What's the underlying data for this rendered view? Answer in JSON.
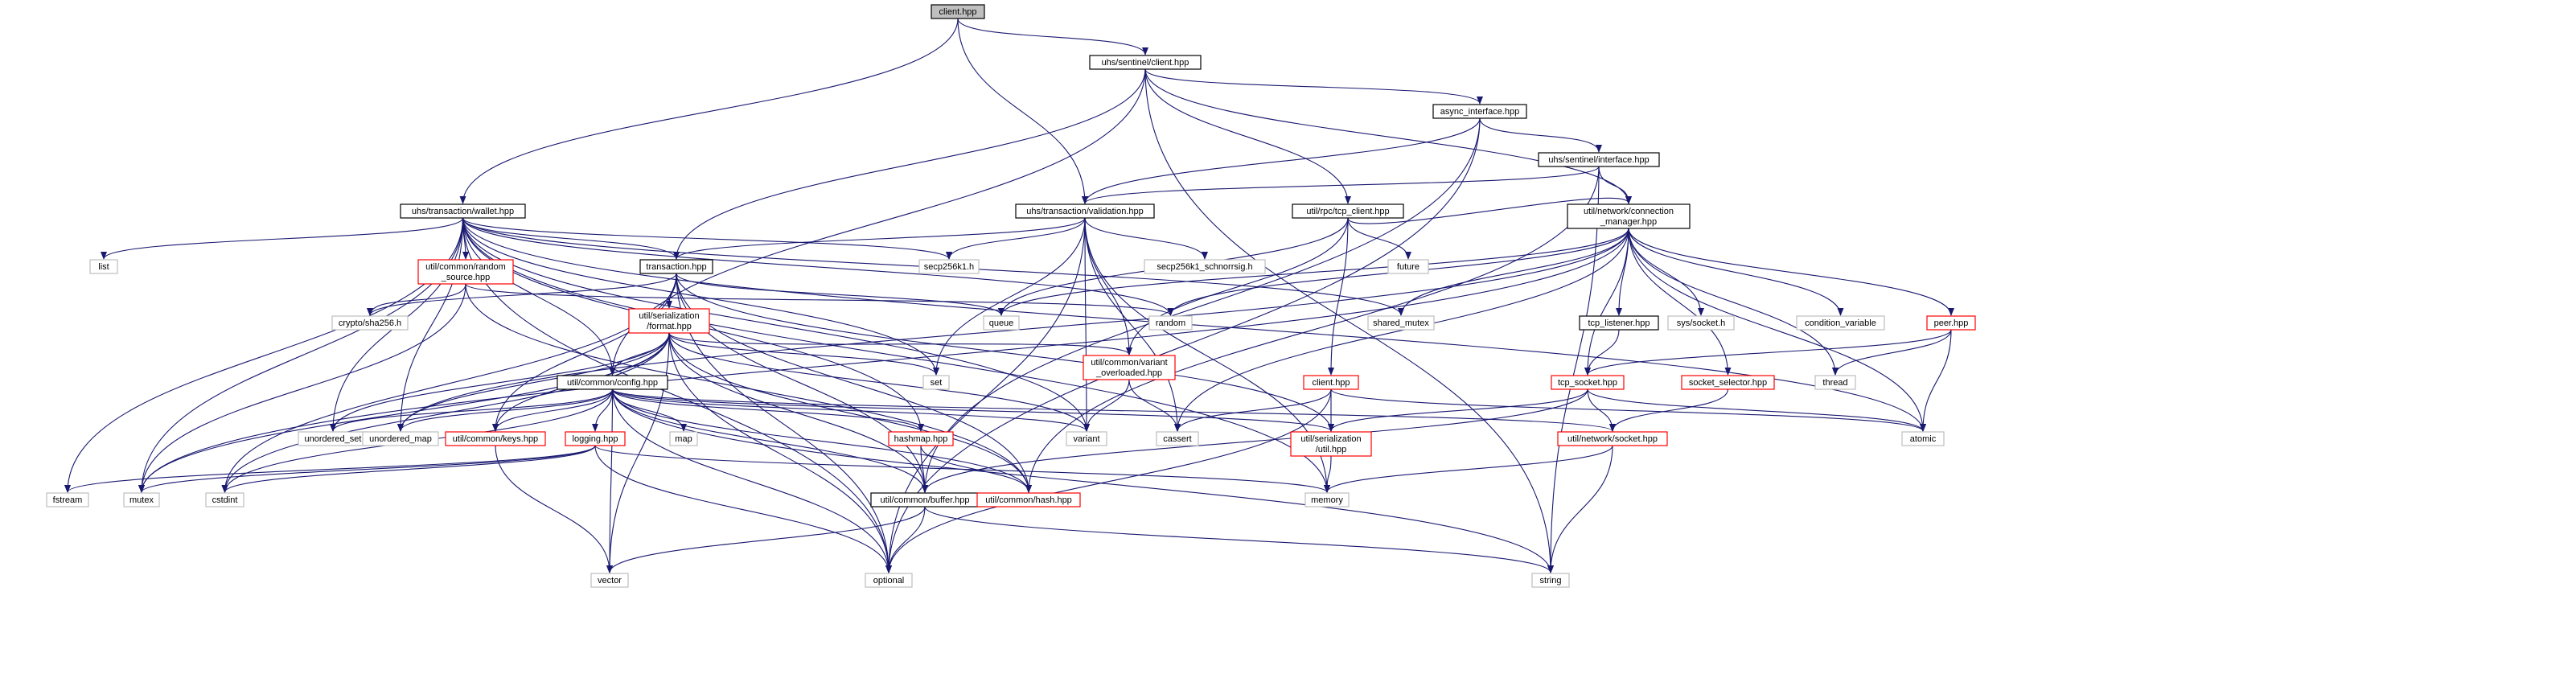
{
  "graph": {
    "colors": {
      "edge": "#191970",
      "node_border_black": "#000000",
      "node_border_red": "#ff0000",
      "node_border_gray": "#bfbfbf",
      "root_fill": "#bfbfbf",
      "node_fill": "#ffffff"
    },
    "nodes": [
      {
        "id": "n_client_root",
        "lines": [
          "client.hpp"
        ],
        "style": "root"
      },
      {
        "id": "n_sentinel_client",
        "lines": [
          "uhs/sentinel/client.hpp"
        ],
        "style": "black"
      },
      {
        "id": "n_wallet",
        "lines": [
          "uhs/transaction/wallet.hpp"
        ],
        "style": "black"
      },
      {
        "id": "n_validation",
        "lines": [
          "uhs/transaction/validation.hpp"
        ],
        "style": "black"
      },
      {
        "id": "n_config",
        "lines": [
          "util/common/config.hpp"
        ],
        "style": "black"
      },
      {
        "id": "n_transaction",
        "lines": [
          "transaction.hpp"
        ],
        "style": "black"
      },
      {
        "id": "n_async",
        "lines": [
          "async_interface.hpp"
        ],
        "style": "black"
      },
      {
        "id": "n_interface",
        "lines": [
          "uhs/sentinel/interface.hpp"
        ],
        "style": "black"
      },
      {
        "id": "n_tcp_client",
        "lines": [
          "util/rpc/tcp_client.hpp"
        ],
        "style": "black"
      },
      {
        "id": "n_connection_manager",
        "lines": [
          "util/network/connection",
          "_manager.hpp"
        ],
        "style": "black"
      },
      {
        "id": "n_tcp_listener",
        "lines": [
          "tcp_listener.hpp"
        ],
        "style": "black"
      },
      {
        "id": "n_buffer",
        "lines": [
          "util/common/buffer.hpp"
        ],
        "style": "black"
      },
      {
        "id": "n_list",
        "lines": [
          "list"
        ],
        "style": "gray"
      },
      {
        "id": "n_random_source",
        "lines": [
          "util/common/random",
          "_source.hpp"
        ],
        "style": "red"
      },
      {
        "id": "n_sha256",
        "lines": [
          "crypto/sha256.h"
        ],
        "style": "gray"
      },
      {
        "id": "n_serialization_format",
        "lines": [
          "util/serialization",
          "/format.hpp"
        ],
        "style": "red"
      },
      {
        "id": "n_variant_overloaded",
        "lines": [
          "util/common/variant",
          "_overloaded.hpp"
        ],
        "style": "red"
      },
      {
        "id": "n_queue",
        "lines": [
          "queue"
        ],
        "style": "gray"
      },
      {
        "id": "n_random",
        "lines": [
          "random"
        ],
        "style": "gray"
      },
      {
        "id": "n_secp256k1",
        "lines": [
          "secp256k1.h"
        ],
        "style": "gray"
      },
      {
        "id": "n_schnorrsig",
        "lines": [
          "secp256k1_schnorrsig.h"
        ],
        "style": "gray"
      },
      {
        "id": "n_shared_mutex",
        "lines": [
          "shared_mutex"
        ],
        "style": "gray"
      },
      {
        "id": "n_future",
        "lines": [
          "future"
        ],
        "style": "gray"
      },
      {
        "id": "n_set",
        "lines": [
          "set"
        ],
        "style": "gray"
      },
      {
        "id": "n_sys_socket",
        "lines": [
          "sys/socket.h"
        ],
        "style": "gray"
      },
      {
        "id": "n_condition_variable",
        "lines": [
          "condition_variable"
        ],
        "style": "gray"
      },
      {
        "id": "n_peer",
        "lines": [
          "peer.hpp"
        ],
        "style": "red"
      },
      {
        "id": "n_tcp_socket",
        "lines": [
          "tcp_socket.hpp"
        ],
        "style": "red"
      },
      {
        "id": "n_socket_selector",
        "lines": [
          "socket_selector.hpp"
        ],
        "style": "red"
      },
      {
        "id": "n_thread",
        "lines": [
          "thread"
        ],
        "style": "gray"
      },
      {
        "id": "n_client_hpp",
        "lines": [
          "client.hpp"
        ],
        "style": "red"
      },
      {
        "id": "n_ser_util",
        "lines": [
          "util/serialization",
          "/util.hpp"
        ],
        "style": "red"
      },
      {
        "id": "n_unordered_set",
        "lines": [
          "unordered_set"
        ],
        "style": "gray"
      },
      {
        "id": "n_unordered_map",
        "lines": [
          "unordered_map"
        ],
        "style": "gray"
      },
      {
        "id": "n_keys",
        "lines": [
          "util/common/keys.hpp"
        ],
        "style": "red"
      },
      {
        "id": "n_map",
        "lines": [
          "map"
        ],
        "style": "gray"
      },
      {
        "id": "n_hashmap",
        "lines": [
          "hashmap.hpp"
        ],
        "style": "red"
      },
      {
        "id": "n_variant",
        "lines": [
          "variant"
        ],
        "style": "gray"
      },
      {
        "id": "n_cassert",
        "lines": [
          "cassert"
        ],
        "style": "gray"
      },
      {
        "id": "n_net_socket",
        "lines": [
          "util/network/socket.hpp"
        ],
        "style": "red"
      },
      {
        "id": "n_atomic",
        "lines": [
          "atomic"
        ],
        "style": "gray"
      },
      {
        "id": "n_logging",
        "lines": [
          "logging.hpp"
        ],
        "style": "red"
      },
      {
        "id": "n_fstream",
        "lines": [
          "fstream"
        ],
        "style": "gray"
      },
      {
        "id": "n_mutex",
        "lines": [
          "mutex"
        ],
        "style": "gray"
      },
      {
        "id": "n_cstdint",
        "lines": [
          "cstdint"
        ],
        "style": "gray"
      },
      {
        "id": "n_hash",
        "lines": [
          "util/common/hash.hpp"
        ],
        "style": "red"
      },
      {
        "id": "n_memory",
        "lines": [
          "memory"
        ],
        "style": "gray"
      },
      {
        "id": "n_vector",
        "lines": [
          "vector"
        ],
        "style": "gray"
      },
      {
        "id": "n_optional",
        "lines": [
          "optional"
        ],
        "style": "gray"
      },
      {
        "id": "n_string",
        "lines": [
          "string"
        ],
        "style": "gray"
      }
    ],
    "edges": [
      [
        "n_client_root",
        "n_sentinel_client"
      ],
      [
        "n_client_root",
        "n_wallet"
      ],
      [
        "n_client_root",
        "n_validation"
      ],
      [
        "n_sentinel_client",
        "n_config"
      ],
      [
        "n_sentinel_client",
        "n_transaction"
      ],
      [
        "n_sentinel_client",
        "n_async"
      ],
      [
        "n_sentinel_client",
        "n_tcp_client"
      ],
      [
        "n_sentinel_client",
        "n_connection_manager"
      ],
      [
        "n_sentinel_client",
        "n_string"
      ],
      [
        "n_async",
        "n_validation"
      ],
      [
        "n_async",
        "n_interface"
      ],
      [
        "n_async",
        "n_buffer"
      ],
      [
        "n_async",
        "n_optional"
      ],
      [
        "n_interface",
        "n_validation"
      ],
      [
        "n_interface",
        "n_connection_manager"
      ],
      [
        "n_interface",
        "n_hash"
      ],
      [
        "n_interface",
        "n_string"
      ],
      [
        "n_wallet",
        "n_list"
      ],
      [
        "n_wallet",
        "n_random_source"
      ],
      [
        "n_wallet",
        "n_transaction"
      ],
      [
        "n_wallet",
        "n_secp256k1"
      ],
      [
        "n_wallet",
        "n_random"
      ],
      [
        "n_wallet",
        "n_shared_mutex"
      ],
      [
        "n_wallet",
        "n_set"
      ],
      [
        "n_wallet",
        "n_config"
      ],
      [
        "n_wallet",
        "n_unordered_set"
      ],
      [
        "n_wallet",
        "n_unordered_map"
      ],
      [
        "n_wallet",
        "n_hashmap"
      ],
      [
        "n_wallet",
        "n_fstream"
      ],
      [
        "n_wallet",
        "n_mutex"
      ],
      [
        "n_wallet",
        "n_optional"
      ],
      [
        "n_wallet",
        "n_atomic"
      ],
      [
        "n_wallet",
        "n_variant"
      ],
      [
        "n_wallet",
        "n_memory"
      ],
      [
        "n_validation",
        "n_transaction"
      ],
      [
        "n_validation",
        "n_secp256k1"
      ],
      [
        "n_validation",
        "n_schnorrsig"
      ],
      [
        "n_validation",
        "n_set"
      ],
      [
        "n_validation",
        "n_variant"
      ],
      [
        "n_validation",
        "n_cassert"
      ],
      [
        "n_validation",
        "n_memory"
      ],
      [
        "n_validation",
        "n_optional"
      ],
      [
        "n_validation",
        "n_variant_overloaded"
      ],
      [
        "n_transaction",
        "n_serialization_format"
      ],
      [
        "n_transaction",
        "n_sha256"
      ],
      [
        "n_transaction",
        "n_queue"
      ],
      [
        "n_transaction",
        "n_hash"
      ],
      [
        "n_transaction",
        "n_buffer"
      ],
      [
        "n_transaction",
        "n_keys"
      ],
      [
        "n_transaction",
        "n_optional"
      ],
      [
        "n_transaction",
        "n_cstdint"
      ],
      [
        "n_transaction",
        "n_ser_util"
      ],
      [
        "n_random_source",
        "n_sha256"
      ],
      [
        "n_random_source",
        "n_random"
      ],
      [
        "n_random_source",
        "n_mutex"
      ],
      [
        "n_random_source",
        "n_hash"
      ],
      [
        "n_tcp_client",
        "n_connection_manager"
      ],
      [
        "n_tcp_client",
        "n_future"
      ],
      [
        "n_tcp_client",
        "n_client_hpp"
      ],
      [
        "n_tcp_client",
        "n_variant_overloaded"
      ],
      [
        "n_tcp_client",
        "n_queue"
      ],
      [
        "n_connection_manager",
        "n_queue"
      ],
      [
        "n_connection_manager",
        "n_random"
      ],
      [
        "n_connection_manager",
        "n_shared_mutex"
      ],
      [
        "n_connection_manager",
        "n_tcp_listener"
      ],
      [
        "n_connection_manager",
        "n_sys_socket"
      ],
      [
        "n_connection_manager",
        "n_condition_variable"
      ],
      [
        "n_connection_manager",
        "n_peer"
      ],
      [
        "n_connection_manager",
        "n_tcp_socket"
      ],
      [
        "n_connection_manager",
        "n_socket_selector"
      ],
      [
        "n_connection_manager",
        "n_thread"
      ],
      [
        "n_connection_manager",
        "n_atomic"
      ],
      [
        "n_connection_manager",
        "n_cassert"
      ],
      [
        "n_connection_manager",
        "n_mutex"
      ],
      [
        "n_connection_manager",
        "n_unordered_map"
      ],
      [
        "n_tcp_listener",
        "n_tcp_socket"
      ],
      [
        "n_peer",
        "n_tcp_socket"
      ],
      [
        "n_peer",
        "n_thread"
      ],
      [
        "n_peer",
        "n_atomic"
      ],
      [
        "n_tcp_socket",
        "n_ser_util"
      ],
      [
        "n_tcp_socket",
        "n_net_socket"
      ],
      [
        "n_tcp_socket",
        "n_atomic"
      ],
      [
        "n_tcp_socket",
        "n_buffer"
      ],
      [
        "n_socket_selector",
        "n_net_socket"
      ],
      [
        "n_net_socket",
        "n_memory"
      ],
      [
        "n_net_socket",
        "n_string"
      ],
      [
        "n_client_hpp",
        "n_ser_util"
      ],
      [
        "n_client_hpp",
        "n_cassert"
      ],
      [
        "n_client_hpp",
        "n_optional"
      ],
      [
        "n_client_hpp",
        "n_atomic"
      ],
      [
        "n_ser_util",
        "n_memory"
      ],
      [
        "n_serialization_format",
        "n_config"
      ],
      [
        "n_serialization_format",
        "n_set"
      ],
      [
        "n_serialization_format",
        "n_variant_overloaded"
      ],
      [
        "n_serialization_format",
        "n_unordered_set"
      ],
      [
        "n_serialization_format",
        "n_unordered_map"
      ],
      [
        "n_serialization_format",
        "n_buffer"
      ],
      [
        "n_serialization_format",
        "n_hash"
      ],
      [
        "n_serialization_format",
        "n_variant"
      ],
      [
        "n_serialization_format",
        "n_optional"
      ],
      [
        "n_serialization_format",
        "n_cstdint"
      ],
      [
        "n_serialization_format",
        "n_mutex"
      ],
      [
        "n_serialization_format",
        "n_vector"
      ],
      [
        "n_serialization_format",
        "n_keys"
      ],
      [
        "n_variant_overloaded",
        "n_variant"
      ],
      [
        "n_variant_overloaded",
        "n_cassert"
      ],
      [
        "n_config",
        "n_unordered_set"
      ],
      [
        "n_config",
        "n_unordered_map"
      ],
      [
        "n_config",
        "n_keys"
      ],
      [
        "n_config",
        "n_map"
      ],
      [
        "n_config",
        "n_hashmap"
      ],
      [
        "n_config",
        "n_variant"
      ],
      [
        "n_config",
        "n_logging"
      ],
      [
        "n_config",
        "n_buffer"
      ],
      [
        "n_config",
        "n_hash"
      ],
      [
        "n_config",
        "n_optional"
      ],
      [
        "n_config",
        "n_vector"
      ],
      [
        "n_config",
        "n_cstdint"
      ],
      [
        "n_config",
        "n_string"
      ],
      [
        "n_config",
        "n_net_socket"
      ],
      [
        "n_config",
        "n_ser_util"
      ],
      [
        "n_hashmap",
        "n_hash"
      ],
      [
        "n_hashmap",
        "n_buffer"
      ],
      [
        "n_keys",
        "n_vector"
      ],
      [
        "n_logging",
        "n_fstream"
      ],
      [
        "n_logging",
        "n_mutex"
      ],
      [
        "n_logging",
        "n_cstdint"
      ],
      [
        "n_logging",
        "n_memory"
      ],
      [
        "n_logging",
        "n_optional"
      ],
      [
        "n_buffer",
        "n_vector"
      ],
      [
        "n_buffer",
        "n_optional"
      ],
      [
        "n_buffer",
        "n_string"
      ]
    ]
  }
}
